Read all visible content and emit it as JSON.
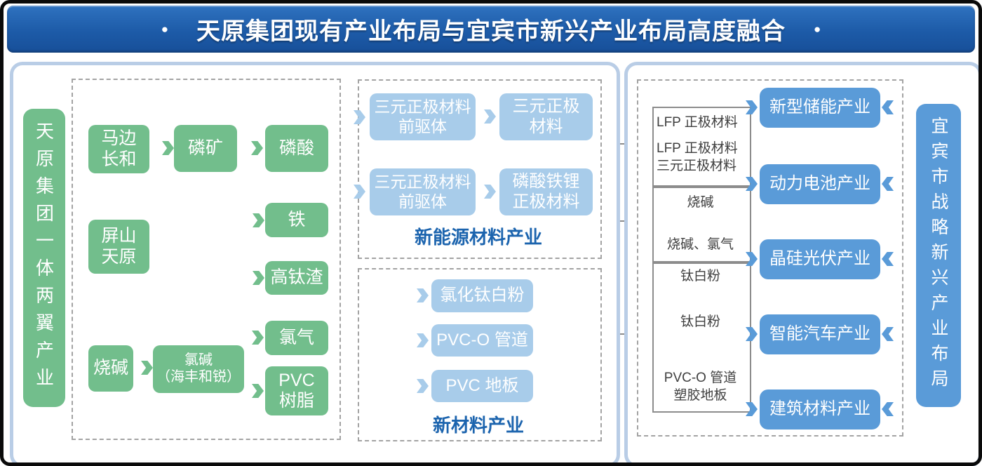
{
  "header": {
    "bullet": "●",
    "title": "天原集团现有产业布局与宜宾市新兴产业布局高度融合"
  },
  "left_panel": {
    "side_label": "天原集团一体两翼产业",
    "boxes": {
      "mabian_changhe": "马边\n长和",
      "phosphate_ore": "磷矿",
      "phosphoric_acid": "磷酸",
      "pingshan_tianyuan": "屏山\n天原",
      "iron": "铁",
      "titanium_slag": "高钛渣",
      "caustic_soda": "烧碱",
      "chlor_alkali": "氯碱\n（海丰和锐）",
      "chlorine": "氯气",
      "pvc_resin": "PVC\n树脂"
    },
    "new_energy_group": {
      "label": "新能源材料产业",
      "boxes": {
        "precursor_1": "三元正极材料\n前驱体",
        "ternary_cathode": "三元正极\n材料",
        "precursor_2": "三元正极材料\n前驱体",
        "lfp_cathode": "磷酸铁锂\n正极材料"
      }
    },
    "new_material_group": {
      "label": "新材料产业",
      "boxes": {
        "chloride_tio2": "氯化钛白粉",
        "pvco_pipe": "PVC-O 管道",
        "pvc_floor": "PVC 地板"
      }
    }
  },
  "right_panel": {
    "side_label": "宜宾市战略新兴产业布局",
    "supply_labels": {
      "s1": "LFP 正极材料",
      "s2": "LFP 正极材料\n三元正极材料",
      "s3": "烧碱",
      "s4": "烧碱、氯气",
      "s5": "钛白粉",
      "s6": "钛白粉",
      "s7": "PVC-O 管道\n塑胶地板"
    },
    "industries": {
      "energy_storage": "新型储能产业",
      "power_battery": "动力电池产业",
      "silicon_pv": "晶硅光伏产业",
      "smart_vehicle": "智能汽车产业",
      "building_materials": "建筑材料产业"
    }
  },
  "colors": {
    "header_blue": "#1d5ba8",
    "panel_border": "#b9cde6",
    "green": "#72be8c",
    "light_blue": "#a8ccea",
    "blue": "#5a9bd8",
    "group_label_blue": "#1c64ae",
    "line_gray": "#8c8c8c",
    "bus_text": "#3f3f3f"
  }
}
